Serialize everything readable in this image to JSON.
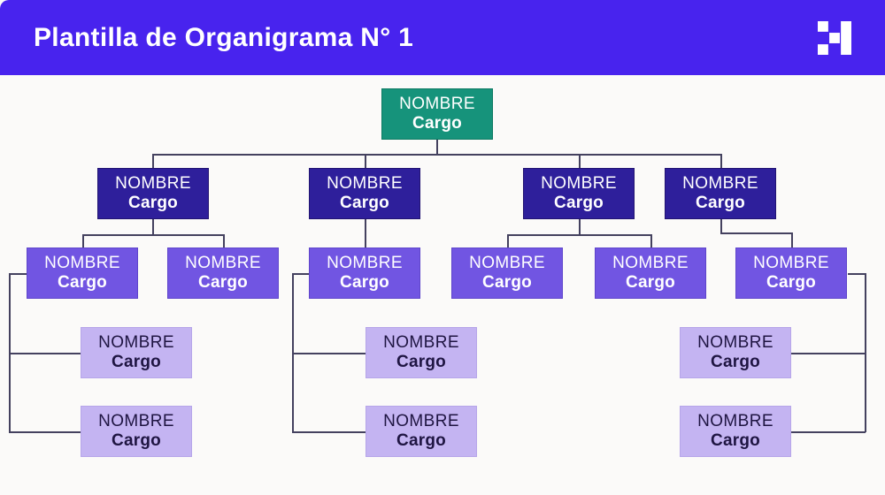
{
  "header": {
    "title": "Plantilla de Organigrama N° 1",
    "logo_icon": "pixel-h-logo",
    "background": "#4823ee",
    "text_color": "#ffffff"
  },
  "canvas_background": "#fbfaf9",
  "node_labels": {
    "name": "NOMBRE",
    "role": "Cargo"
  },
  "colors": {
    "level1_fill": "#16937b",
    "level2_fill": "#2e1f9b",
    "level3_fill": "#7155e2",
    "level4_fill": "#c4b4f2",
    "level4_text": "#1f1542",
    "node_text": "#ffffff",
    "connector": "#44415f"
  },
  "chart_structure": {
    "type": "org-chart",
    "description": "Organization chart template with identical placeholder labels in every box",
    "levels": [
      {
        "level": 1,
        "style": "teal",
        "count": 1,
        "children_of": null
      },
      {
        "level": 2,
        "style": "dark-indigo",
        "count": 4,
        "children_of": "level 1 root"
      },
      {
        "level": 3,
        "style": "medium-purple",
        "count": 6,
        "children_per_parent": [
          2,
          1,
          2,
          1
        ]
      },
      {
        "level": 4,
        "style": "light-lavender",
        "count": 6,
        "note": "three side-bracket columns of 2 boxes each, hanging from 1st, 3rd and 6th level-3 boxes"
      }
    ]
  }
}
